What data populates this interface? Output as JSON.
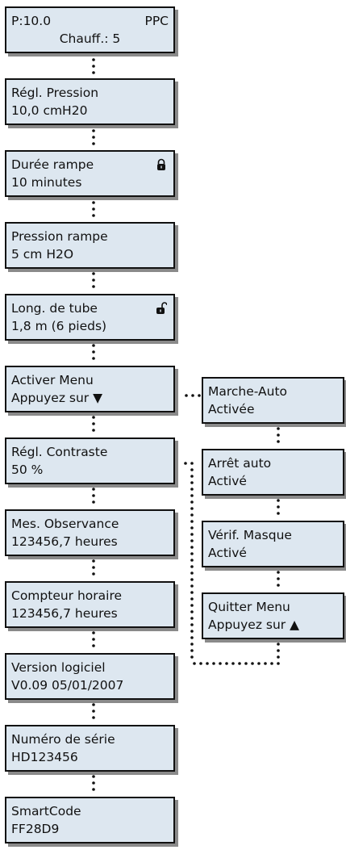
{
  "menu": {
    "home": {
      "line1_left": "P:10.0",
      "line1_right": "PPC",
      "line2": "Chauff.: 5"
    },
    "items": [
      {
        "line1": "Régl. Pression",
        "line2": "10,0 cmH20"
      },
      {
        "line1": "Durée rampe",
        "line2": "10 minutes",
        "icon": "padlock-locked-icon"
      },
      {
        "line1": "Pression rampe",
        "line2": "5 cm H2O"
      },
      {
        "line1": "Long. de tube",
        "line2": "1,8 m (6 pieds)",
        "icon": "padlock-unlocked-icon"
      },
      {
        "line1": "Activer Menu",
        "line2": "Appuyez sur ▼"
      },
      {
        "line1": "Régl. Contraste",
        "line2": "50 %"
      },
      {
        "line1": "Mes. Observance",
        "line2": "123456,7 heures"
      },
      {
        "line1": "Compteur horaire",
        "line2": "123456,7 heures"
      },
      {
        "line1": "Version logiciel",
        "line2": "V0.09 05/01/2007"
      },
      {
        "line1": "Numéro de série",
        "line2": "HD123456"
      },
      {
        "line1": "SmartCode",
        "line2": "FF28D9"
      }
    ]
  },
  "submenu": {
    "items": [
      {
        "line1": "Marche-Auto",
        "line2": "Activée"
      },
      {
        "line1": "Arrêt auto",
        "line2": "Activé"
      },
      {
        "line1": "Vérif. Masque",
        "line2": "Activé"
      },
      {
        "line1": "Quitter Menu",
        "line2": "Appuyez sur ▲"
      }
    ]
  },
  "colors": {
    "screen": "#dde7f0",
    "border": "#111111",
    "shadow": "#8a8a8a",
    "connector": "#111111"
  }
}
